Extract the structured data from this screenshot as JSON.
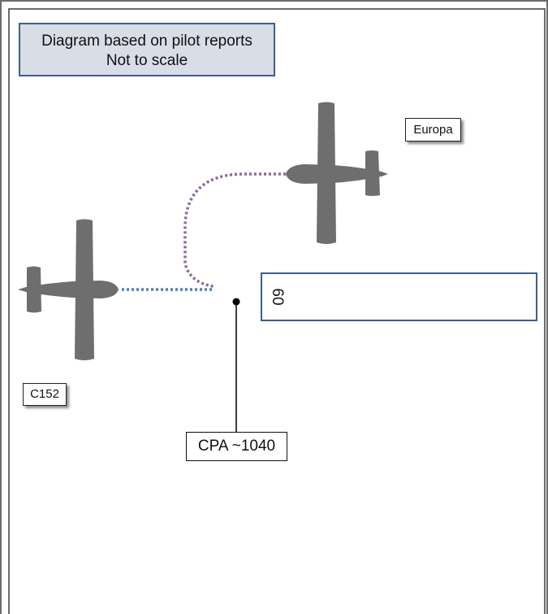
{
  "note": {
    "line1": "Diagram based on pilot reports",
    "line2": "Not to scale"
  },
  "aircraft": {
    "europa": {
      "label": "Europa",
      "icon": "aircraft-silhouette-icon",
      "color": "#6e6e6e",
      "track_color": "#8a6a9e"
    },
    "c152": {
      "label": "C152",
      "icon": "aircraft-silhouette-icon",
      "color": "#6e6e6e",
      "track_color": "#4f7fb5"
    }
  },
  "cpa": {
    "label": "CPA ~1040"
  },
  "altitude_box": {
    "text": "60"
  },
  "colors": {
    "note_fill": "#d9dde6",
    "box_border": "#3f5d8a"
  }
}
